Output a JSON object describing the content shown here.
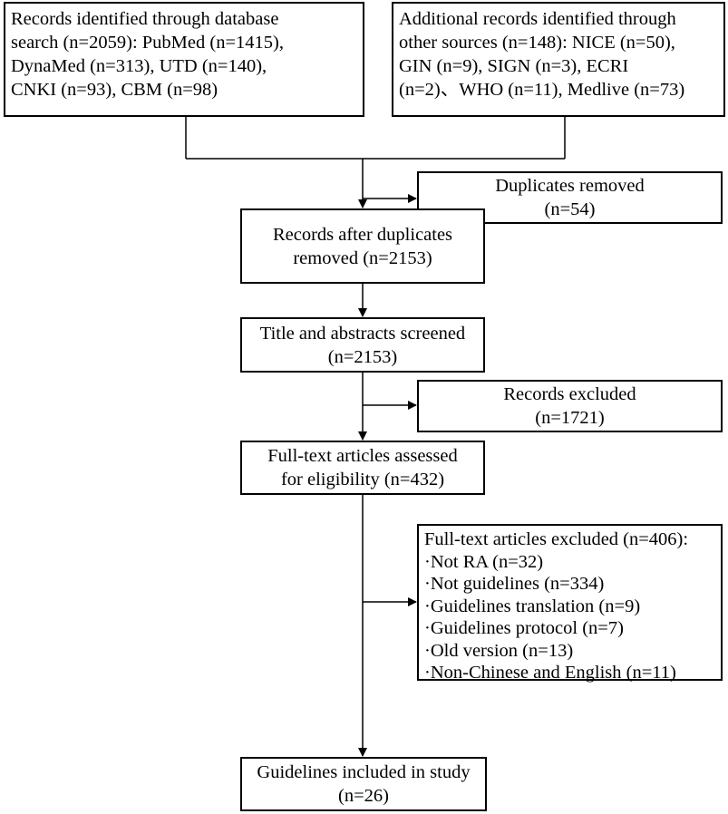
{
  "boxes": {
    "database_search": {
      "lines": [
        "Records identified through database",
        "search (n=2059): PubMed (n=1415),",
        "DynaMed (n=313), UTD (n=140),",
        "CNKI (n=93), CBM (n=98)"
      ]
    },
    "other_sources": {
      "lines": [
        "Additional records identified through",
        "other sources (n=148): NICE (n=50),",
        "GIN (n=9), SIGN (n=3), ECRI",
        "(n=2)、WHO (n=11), Medlive (n=73)"
      ]
    },
    "duplicates_removed": {
      "lines": [
        "Duplicates removed",
        "(n=54)"
      ]
    },
    "after_duplicates": {
      "lines": [
        "Records after duplicates",
        "removed (n=2153)"
      ]
    },
    "screened": {
      "lines": [
        "Title and abstracts screened",
        "(n=2153)"
      ]
    },
    "records_excluded": {
      "lines": [
        "Records excluded",
        "(n=1721)"
      ]
    },
    "full_text_assessed": {
      "lines": [
        "Full-text articles assessed",
        "for eligibility (n=432)"
      ]
    },
    "full_text_excluded": {
      "lines": [
        "Full-text articles excluded (n=406):",
        "·Not RA (n=32)",
        "·Not guidelines (n=334)",
        "·Guidelines translation (n=9)",
        "·Guidelines protocol (n=7)",
        "·Old version (n=13)",
        "·Non-Chinese and English (n=11)"
      ]
    },
    "included": {
      "lines": [
        "Guidelines included in study",
        "(n=26)"
      ]
    }
  }
}
